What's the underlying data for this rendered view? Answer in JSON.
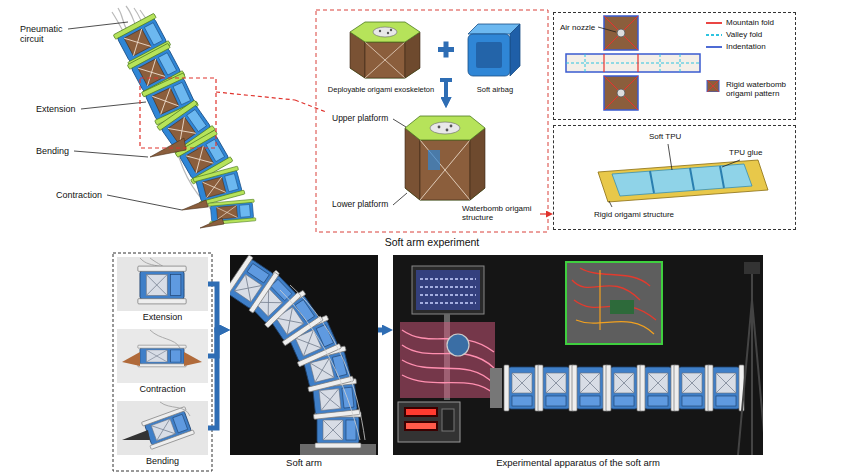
{
  "diagram": {
    "nodes": [
      {
        "text": [
          "Pneumatic circuit",
          "Extension",
          "Bending",
          "Contraction"
        ]
      },
      {
        "text": [
          "Deployable origami exoskeleton"
        ]
      },
      {
        "text": [
          "Soft airbag"
        ]
      },
      {
        "text": [
          "Upper platform",
          "Lower platform",
          "Waterbomb origami structure"
        ]
      },
      {
        "text": [
          "Air nozzle"
        ]
      },
      {
        "text": [
          "Soft TPU",
          "TPU glue",
          "Rigid origami structure"
        ]
      },
      {
        "text": [
          "Extension"
        ]
      },
      {
        "text": [
          "Contraction"
        ]
      },
      {
        "text": [
          "Bending"
        ]
      },
      {
        "text": [
          "Soft arm"
        ]
      },
      {
        "text": [
          "Experimental apparatus of the soft arm"
        ]
      }
    ],
    "edges": [
      {
        "from": 0,
        "to": 3,
        "arrow": "none"
      },
      {
        "from": 1,
        "to": 3,
        "arrow": "to"
      },
      {
        "from": 2,
        "to": 3,
        "arrow": "to"
      },
      {
        "from": 3,
        "to": 5,
        "arrow": "to"
      },
      {
        "from": 6,
        "to": 9,
        "arrow": "to"
      },
      {
        "from": 7,
        "to": 9,
        "arrow": "to"
      },
      {
        "from": 8,
        "to": 9,
        "arrow": "to"
      },
      {
        "from": 9,
        "to": 10,
        "arrow": "to"
      }
    ],
    "labels": [
      "Soft arm experiment"
    ],
    "legend": [
      {
        "text": "Mountain fold"
      },
      {
        "text": "Valley fold"
      },
      {
        "text": "Indentation"
      },
      {
        "text": "Rigid waterbomb origami pattern"
      }
    ]
  }
}
